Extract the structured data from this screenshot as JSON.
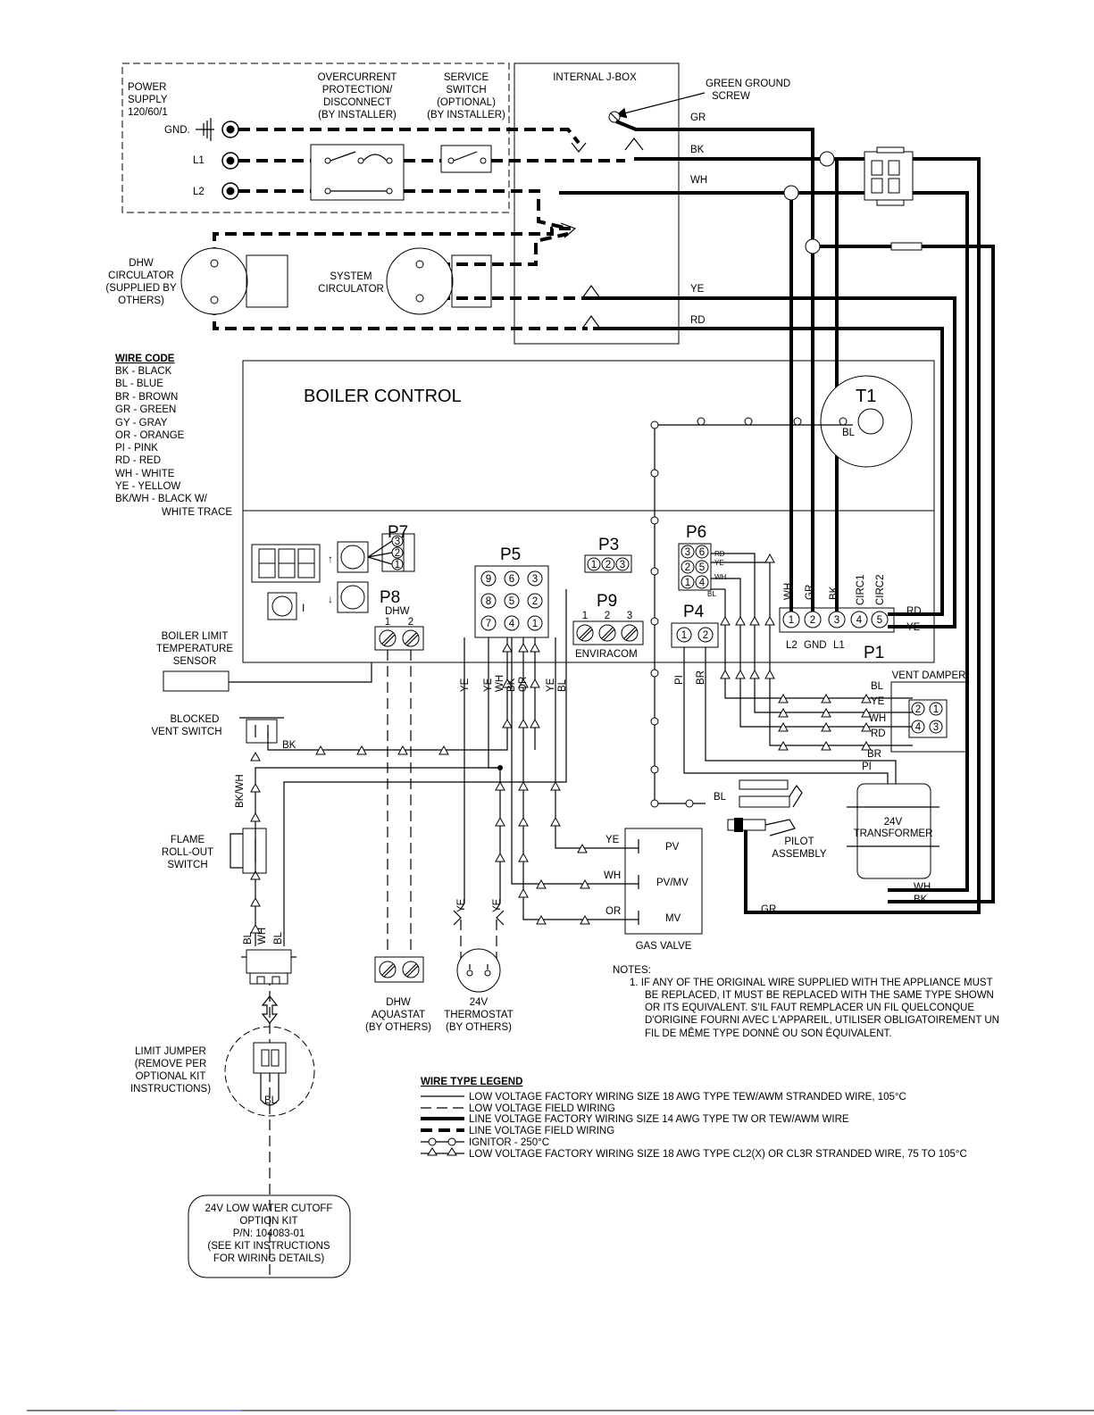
{
  "power": {
    "supply": [
      "POWER",
      "SUPPLY",
      "120/60/1"
    ],
    "gnd": "GND.",
    "l1": "L1",
    "l2": "L2",
    "overcurrent": [
      "OVERCURRENT",
      "PROTECTION/",
      "DISCONNECT",
      "(BY INSTALLER)"
    ],
    "service": [
      "SERVICE",
      "SWITCH",
      "(OPTIONAL)",
      "(BY INSTALLER)"
    ]
  },
  "jbox": {
    "title": "INTERNAL J-BOX",
    "ground_screw": [
      "GREEN GROUND",
      "SCREW"
    ],
    "wires": [
      "GR",
      "BK",
      "WH",
      "YE",
      "RD"
    ]
  },
  "dhw_circ": [
    "DHW",
    "CIRCULATOR",
    "(SUPPLIED BY",
    "OTHERS)"
  ],
  "sys_circ": [
    "SYSTEM",
    "CIRCULATOR"
  ],
  "wire_code": {
    "title": "WIRE CODE",
    "items": [
      "BK - BLACK",
      "BL - BLUE",
      "BR - BROWN",
      "GR - GREEN",
      "GY - GRAY",
      "OR - ORANGE",
      "PI - PINK",
      "RD - RED",
      "WH - WHITE",
      "YE - YELLOW",
      "BK/WH - BLACK W/",
      "WHITE TRACE"
    ]
  },
  "control": {
    "title": "BOILER CONTROL",
    "t1": "T1",
    "t1_wire": "BL",
    "p7": "P7",
    "p7_pins": [
      "3",
      "2",
      "1"
    ],
    "p8": "P8",
    "p8_sub": "DHW",
    "p8_pins": [
      "1",
      "2"
    ],
    "p5": "P5",
    "p5_pins": [
      "9",
      "6",
      "3",
      "8",
      "5",
      "2",
      "7",
      "4",
      "1"
    ],
    "p3": "P3",
    "p3_pins": [
      "1",
      "2",
      "3"
    ],
    "p9": "P9",
    "p9_pins": [
      "1",
      "2",
      "3"
    ],
    "p9_label": "ENVIRACOM",
    "p6": "P6",
    "p6_pins": [
      "3",
      "6",
      "2",
      "5",
      "1",
      "4"
    ],
    "p6_wires": [
      "RD",
      "YE",
      "WH",
      "BL"
    ],
    "p4": "P4",
    "p4_pins": [
      "1",
      "2"
    ],
    "p1": "P1",
    "p1_pins": [
      "1",
      "2",
      "3",
      "4",
      "5"
    ],
    "p1_tops": [
      "WH",
      "GR",
      "BK",
      "CIRC1",
      "CIRC2"
    ],
    "p1_bottom": [
      "L2",
      "GND",
      "L1"
    ],
    "p1_out": [
      "RD",
      "YE"
    ]
  },
  "limit_sensor": [
    "BOILER LIMIT",
    "TEMPERATURE",
    "SENSOR"
  ],
  "blocked_vent": [
    "BLOCKED",
    "VENT SWITCH"
  ],
  "flame_rollout": [
    "FLAME",
    "ROLL-OUT",
    "SWITCH"
  ],
  "limit_jumper": [
    "LIMIT JUMPER",
    "(REMOVE PER",
    "OPTIONAL KIT",
    "INSTRUCTIONS)"
  ],
  "lwco": [
    "24V LOW WATER CUTOFF",
    "OPTION KIT",
    "P/N: 104083-01",
    "(SEE KIT INSTRUCTIONS",
    "FOR WIRING DETAILS)"
  ],
  "vent_damper": {
    "title": "VENT DAMPER",
    "pins": [
      "2",
      "1",
      "4",
      "3"
    ],
    "wires": [
      "BL",
      "YE",
      "WH",
      "RD"
    ]
  },
  "gas_valve": {
    "title": "GAS VALVE",
    "terms": [
      "PV",
      "PV/MV",
      "MV"
    ],
    "wires": [
      "YE",
      "WH",
      "OR"
    ]
  },
  "pilot": [
    "PILOT",
    "ASSEMBLY"
  ],
  "pilot_wire": "BL",
  "transformer": {
    "label": [
      "24V",
      "TRANSFORMER"
    ],
    "wires": [
      "BR",
      "PI",
      "WH",
      "BK"
    ]
  },
  "aquastat": [
    "DHW",
    "AQUASTAT",
    "(BY OTHERS)"
  ],
  "thermostat": [
    "24V",
    "THERMOSTAT",
    "(BY OTHERS)"
  ],
  "vertical_labels": {
    "p5_wires": [
      "YE",
      "YE",
      "WH",
      "BK",
      "OR",
      "YE",
      "BL"
    ],
    "p4_wires": [
      "PI",
      "BR"
    ],
    "field_ye": [
      "YE",
      "YE"
    ],
    "rollout": "BK/WH",
    "harness": [
      "BL",
      "WH",
      "BL"
    ],
    "bk": "BK",
    "gr": "GR",
    "bl_jumper": "BL"
  },
  "notes": {
    "title": "NOTES:",
    "lines": [
      "1.  IF ANY OF THE ORIGINAL WIRE SUPPLIED WITH THE APPLIANCE MUST",
      "BE REPLACED, IT MUST BE REPLACED WITH THE SAME TYPE SHOWN",
      "OR ITS EQUIVALENT. S'IL FAUT REMPLACER UN FIL QUELCONQUE",
      "D'ORIGINE FOURNI AVEC L'APPAREIL, UTILISER OBLIGATOIREMENT UN",
      "FIL DE MÊME TYPE DONNÉ OU SON ÉQUIVALENT."
    ]
  },
  "legend": {
    "title": "WIRE TYPE LEGEND",
    "items": [
      "LOW VOLTAGE FACTORY WIRING SIZE 18 AWG TYPE TEW/AWM STRANDED WIRE, 105°C",
      "LOW VOLTAGE FIELD WIRING",
      "LINE VOLTAGE FACTORY WIRING SIZE 14 AWG TYPE TW OR TEW/AWM WIRE",
      "LINE VOLTAGE FIELD WIRING",
      "IGNITOR - 250°C",
      "LOW VOLTAGE FACTORY WIRING SIZE 18 AWG TYPE CL2(X) OR CL3R STRANDED WIRE, 75 TO 105°C"
    ]
  }
}
